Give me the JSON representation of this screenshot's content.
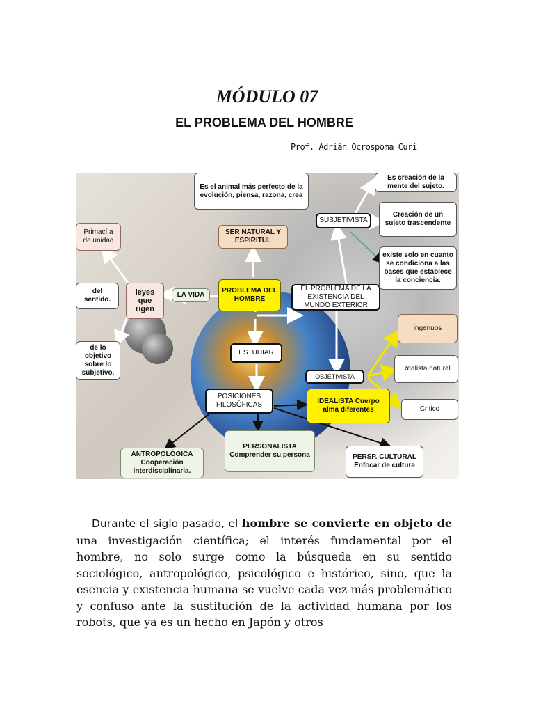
{
  "header": {
    "title": "MÓDULO 07",
    "subtitle": "EL PROBLEMA DEL HOMBRE",
    "author": "Prof. Adrián Ocrospoma Curi"
  },
  "concept_map": {
    "nodes": {
      "animal": "Es el animal más perfecto de la evolución, piensa, razona, crea",
      "ser_natural": "SER NATURAL Y ESPIRITUL",
      "primacia": "Primací a de unidad",
      "leyes": "leyes que rigen",
      "sentido": "del sentido.",
      "objetivo": "de lo objetivo sobre lo subjetivo.",
      "la_vida": "LA VIDA",
      "problema": "PROBLEMA DEL HOMBRE",
      "existencia": "EL PROBLEMA DE LA EXISTENCIA DEL MUNDO EXTERIOR",
      "subjetivista": "SUBJETIVISTA",
      "creacion_mente": "Es creación de la mente del sujeto.",
      "creacion_sujeto": "Creación de un sujeto trascendente",
      "existe_solo": "existe solo en cuanto se condiciona a las bases que establece la conciencia.",
      "ingenuos": "ingenuos",
      "realista": "Realista natural",
      "critico": "Critico",
      "estudiar": "ESTUDIAR",
      "objetivista": "OBJETIVISTA",
      "posiciones": "POSICIONES FILOSÓFICAS",
      "idealista": "IDEALISTA Cuerpo alma diferentes",
      "personalista": "PERSONALISTA Comprender su persona",
      "antropologica": "ANTROPOLÓGICA Cooperación interdisciplinaria.",
      "cultural": "PERSP. CULTURAL Enfocar de cultura"
    }
  },
  "body": {
    "p_lead": "Durante el siglo pasado, el ",
    "p_bold": "hombre se convierte en objeto de",
    "p_rest": " una investigación científica; el interés fundamental por el hombre, no solo surge como la búsqueda en su sentido sociológico, antropológico, psicológico  e histórico, sino, que la esencia y existencia humana se vuelve cada vez más problemático y confuso ante  la sustitución de la actividad humana por los robots, que ya es un hecho en Japón y otros"
  }
}
